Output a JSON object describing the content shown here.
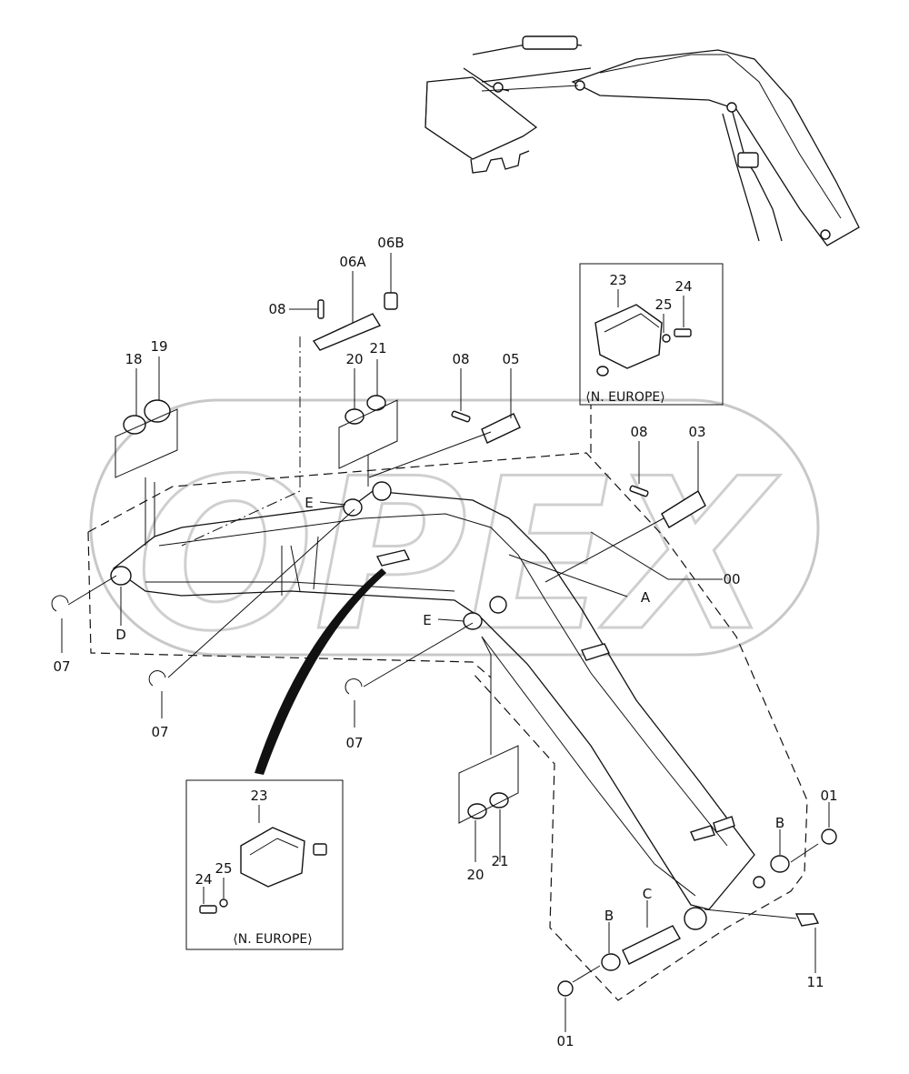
{
  "watermark": "OPEX",
  "notes": {
    "top_inset": "⟨N. EUROPE⟩",
    "bottom_inset": "⟨N. EUROPE⟩"
  },
  "callouts": {
    "pin_06A": "06A",
    "plug_06B": "06B",
    "pin_08_top": "08",
    "washer_18": "18",
    "washer_19": "19",
    "washer_20_top": "20",
    "washer_21_top": "21",
    "pin_08_mid": "08",
    "pin_05": "05",
    "guard_23_top": "23",
    "washer_25_top": "25",
    "bolt_24_top": "24",
    "pin_08_right": "08",
    "pin_03": "03",
    "boss_E_top": "E",
    "boom_00": "00",
    "boss_A": "A",
    "bushing_D": "D",
    "ring_07_left": "07",
    "boss_E_mid": "E",
    "ring_07_mid": "07",
    "ring_07_center": "07",
    "guard_23_bottom": "23",
    "washer_25_bottom": "25",
    "bolt_24_bottom": "24",
    "washer_20_bottom": "20",
    "washer_21_bottom": "21",
    "bushing_B_right": "B",
    "ring_01_right": "01",
    "pin_C": "C",
    "bushing_B_left": "B",
    "grease_11": "11",
    "ring_01_bottom": "01"
  }
}
